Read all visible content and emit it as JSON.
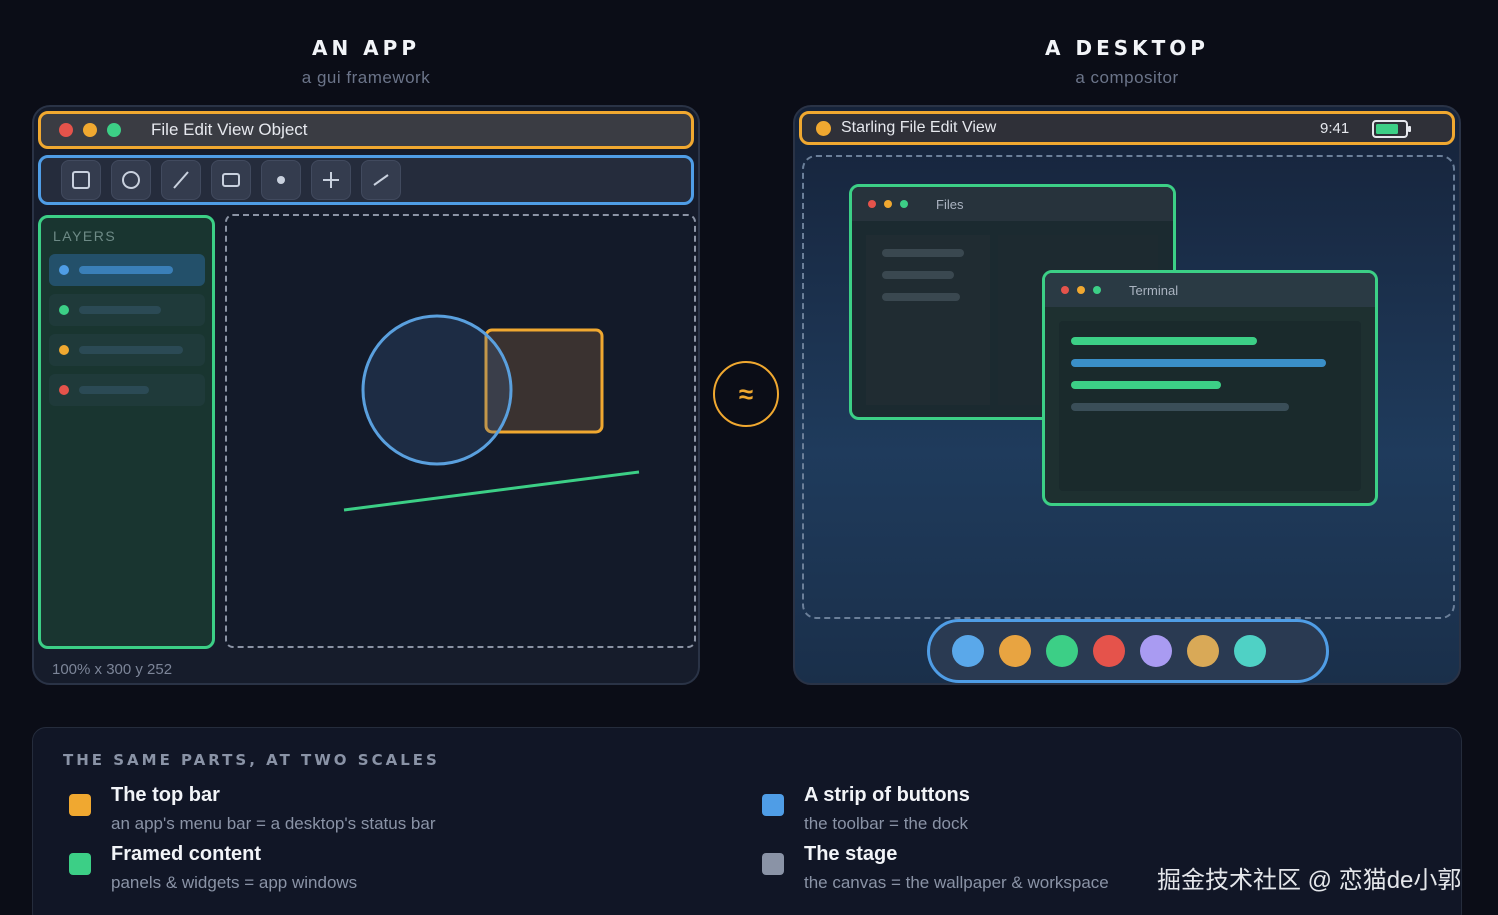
{
  "left": {
    "title": "AN APP",
    "subtitle": "a gui framework",
    "menu_text": "File Edit View Object",
    "layers_label": "LAYERS",
    "status_text": "100% x 300 y 252"
  },
  "right": {
    "title": "A DESKTOP",
    "subtitle": "a compositor",
    "menu_text": "Starling File Edit View",
    "clock": "9:41",
    "windows": {
      "files_title": "Files",
      "terminal_title": "Terminal"
    }
  },
  "middle": {
    "symbol": "≈"
  },
  "legend": {
    "title": "THE SAME PARTS, AT TWO SCALES",
    "items": [
      {
        "heading": "The top bar",
        "desc": "an app's menu bar = a desktop's status bar",
        "color": "#f0a830"
      },
      {
        "heading": "A strip of buttons",
        "desc": "the toolbar = the dock",
        "color": "#4f9de6"
      },
      {
        "heading": "Framed content",
        "desc": "panels & widgets = app windows",
        "color": "#3ccf86"
      },
      {
        "heading": "The stage",
        "desc": "the canvas = the wallpaper & workspace",
        "color": "#8a93a6"
      }
    ]
  },
  "watermark": "掘金技术社区 @ 恋猫de小郭",
  "colors": {
    "orange": "#f0a830",
    "blue": "#4f9de6",
    "green": "#3ccf86",
    "red": "#e5534b",
    "purple": "#a99bf2",
    "gold": "#d9a957",
    "teal": "#4fd1c5"
  },
  "icons": {
    "tools": [
      "square-tool-icon",
      "circle-tool-icon",
      "line-tool-icon",
      "rectangle-tool-icon",
      "dot-tool-icon",
      "plus-tool-icon",
      "slash-tool-icon"
    ],
    "status": [
      "battery-icon"
    ]
  }
}
